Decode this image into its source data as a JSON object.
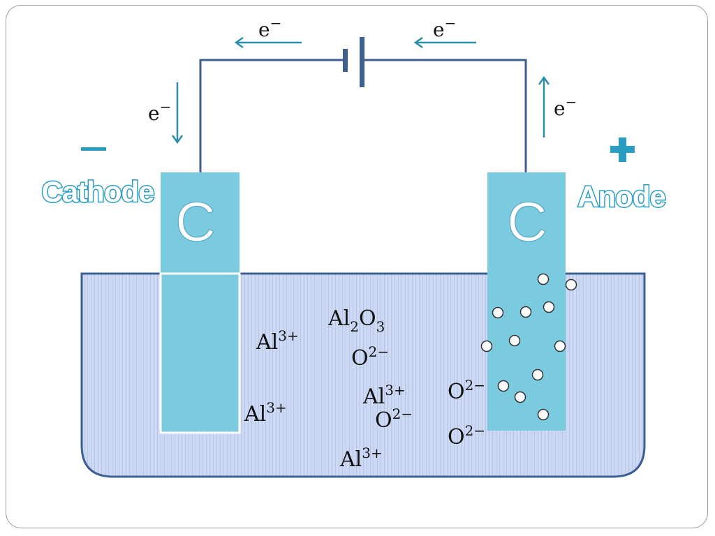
{
  "labels": {
    "cathode": "Cathode",
    "anode": "Anode",
    "cathode_sign": "—",
    "anode_sign": "+",
    "cathode_electrode": "C",
    "anode_electrode": "C"
  },
  "electron_flow": {
    "symbol": "e",
    "charge": "−"
  },
  "electrolyte": {
    "compound": {
      "el1": "Al",
      "sub1": "2",
      "el2": "O",
      "sub2": "3"
    },
    "ions": [
      {
        "base": "Al",
        "charge": "3+"
      },
      {
        "base": "O",
        "charge": "2−"
      },
      {
        "base": "Al",
        "charge": "3+"
      },
      {
        "base": "O",
        "charge": "2−"
      },
      {
        "base": "Al",
        "charge": "3+"
      },
      {
        "base": "Al",
        "charge": "3+"
      },
      {
        "base": "O",
        "charge": "2−"
      },
      {
        "base": "O",
        "charge": "2−"
      }
    ]
  },
  "colors": {
    "wire": "#3f5f8f",
    "electrode": "#7acbe0",
    "electrolyte": "#cdd9f3",
    "tank_border": "#3e5f94",
    "arrow": "#2a8ea8",
    "accent": "#2a9ec2"
  }
}
